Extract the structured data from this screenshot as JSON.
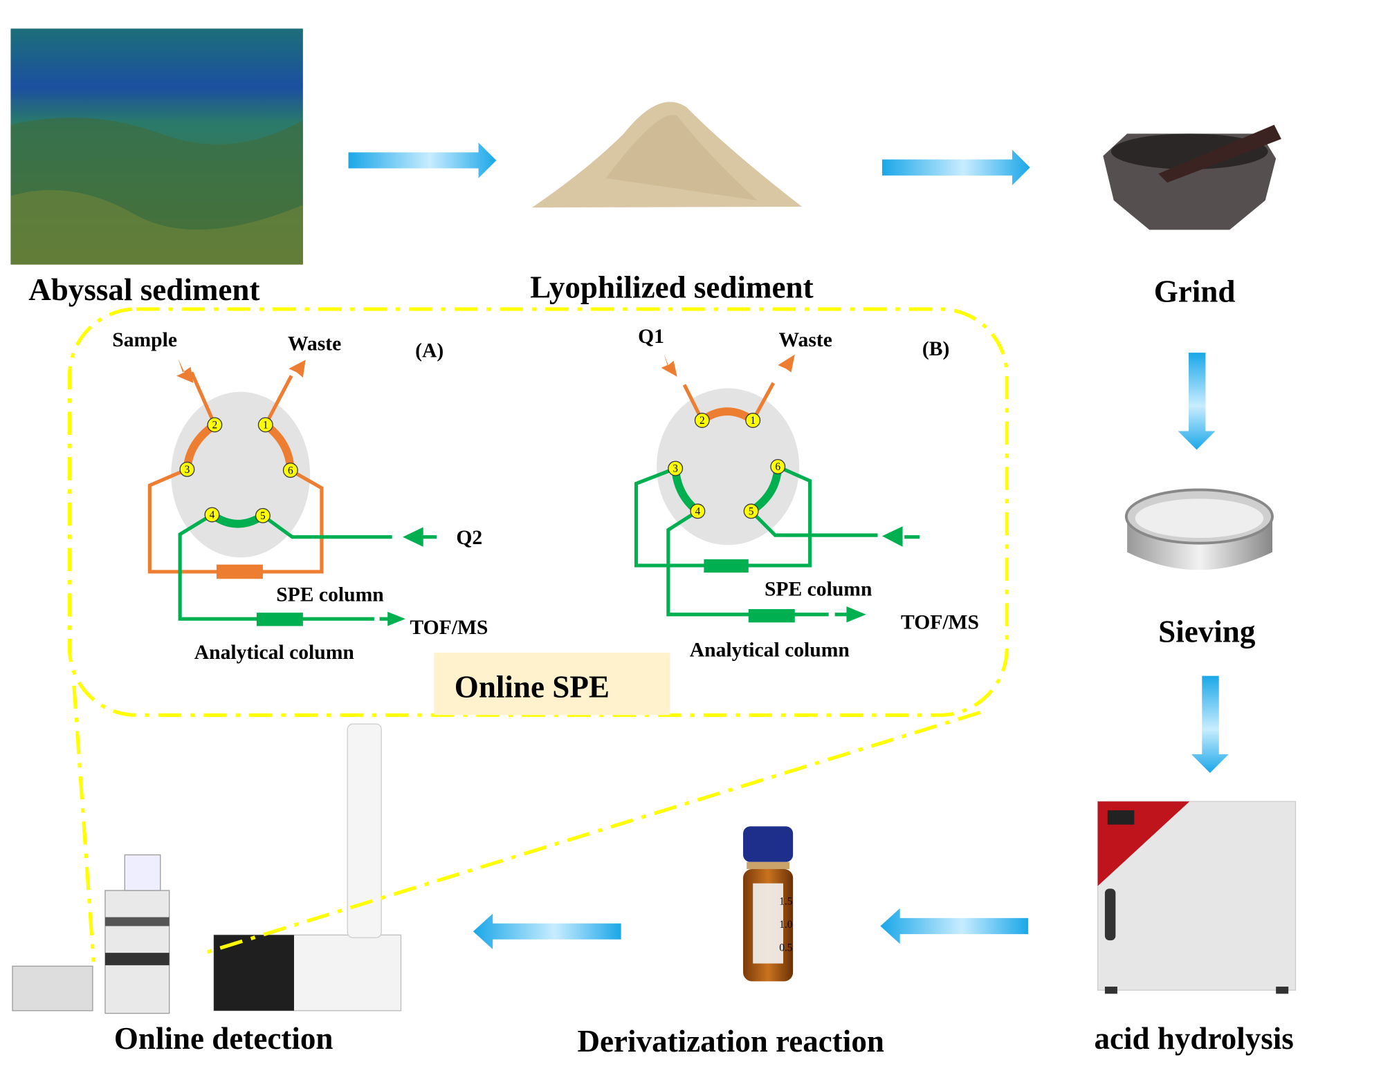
{
  "steps": {
    "abyssal": "Abyssal sediment",
    "lyophilized": "Lyophilized sediment",
    "grind": "Grind",
    "sieving": "Sieving",
    "acid": "acid hydrolysis",
    "derivatization": "Derivatization reaction",
    "online_detection": "Online detection"
  },
  "online_spe": {
    "title": "Online SPE",
    "panel_a": {
      "tag": "(A)",
      "inlet": "Sample",
      "outlet": "Waste",
      "pump": "Q2",
      "spe_column": "SPE column",
      "analytical_column": "Analytical column",
      "detector": "TOF/MS",
      "ports": [
        "1",
        "2",
        "3",
        "4",
        "5",
        "6"
      ]
    },
    "panel_b": {
      "tag": "(B)",
      "inlet": "Q1",
      "outlet": "Waste",
      "spe_column": "SPE column",
      "analytical_column": "Analytical column",
      "detector": "TOF/MS",
      "ports": [
        "1",
        "2",
        "3",
        "4",
        "5",
        "6"
      ]
    }
  },
  "vial_marks": [
    "1.5",
    "1.0",
    "0.5"
  ],
  "colors": {
    "arrow_blue": "#1aa7e8",
    "flow_orange": "#ed7d31",
    "flow_green": "#00b050",
    "dash_yellow": "#ffff00",
    "valve_gray": "#e3e3e3",
    "port_yellow": "#ffff00",
    "spe_label_bg": "#fff2cc"
  }
}
